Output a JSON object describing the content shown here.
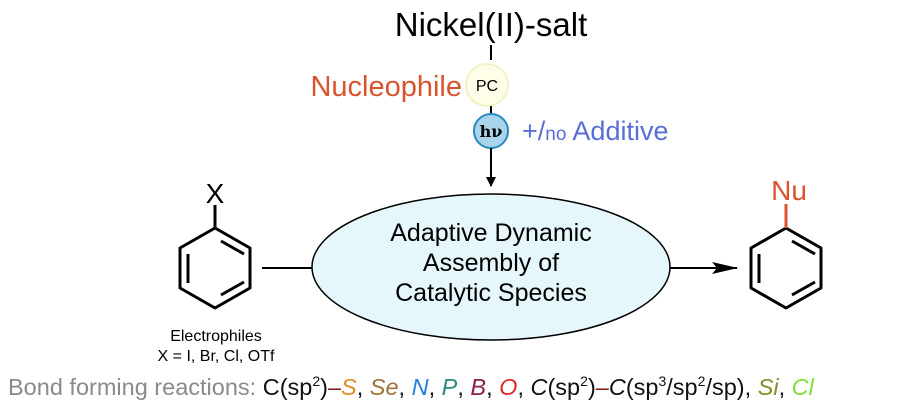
{
  "title": "Nickel(II)-salt",
  "nucleophile": "Nucleophile",
  "photocatalyst": "PC",
  "light": "hν",
  "additive": {
    "prefix": "+/",
    "no": "no",
    "label": "Additive"
  },
  "center": {
    "line1": "Adaptive Dynamic",
    "line2": "Assembly of",
    "line3": "Catalytic Species"
  },
  "electrophile": {
    "substituent": "X",
    "label": "Electrophiles",
    "options": "X = I, Br, Cl, OTf"
  },
  "product": {
    "substituent": "Nu"
  },
  "bond_forming": {
    "label": "Bond forming reactions:",
    "c_sp2_prefix": "C(sp",
    "sup2": "2",
    "close": ")",
    "dash": "–",
    "elements": [
      {
        "text": "S",
        "color": "#e08a2a"
      },
      {
        "text": "Se",
        "color": "#a0703a"
      },
      {
        "text": "N",
        "color": "#1f7fe0"
      },
      {
        "text": "P",
        "color": "#2a8a80"
      },
      {
        "text": "B",
        "color": "#8a1f50"
      },
      {
        "text": "O",
        "color": "#e02a2a"
      }
    ],
    "cc_part": {
      "c1": "C",
      "sp2_open": "(sp",
      "sup": "2",
      "close": ")",
      "dash": "–",
      "c2": "C",
      "rest_open": "(sp",
      "sup3": "3",
      "mid1": "/sp",
      "sup2b": "2",
      "mid2": "/sp)"
    },
    "tail": [
      {
        "text": "Si",
        "color": "#8a8a2a"
      },
      {
        "text": "Cl",
        "color": "#7ee03a"
      }
    ]
  },
  "colors": {
    "nucleophile": "#d9532f",
    "additive": "#5a6fd6",
    "ellipse_fill": "#e6f7fb",
    "pc_fill": "#fdfde6",
    "pc_stroke": "#f0f0c0",
    "hv_fill": "#a8d4ec",
    "hv_stroke": "#2a8ac0",
    "dash_red": "#8a1a1a"
  }
}
